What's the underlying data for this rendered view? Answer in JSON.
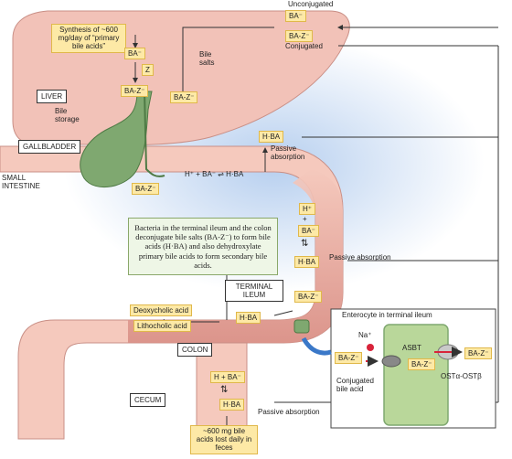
{
  "top": {
    "unconjugated": "Unconjugated",
    "ba_minus": "BA⁻",
    "ba_z_minus": "BA-Z⁻",
    "conjugated": "Conjugated"
  },
  "liver": {
    "synthesis": "Synthesis of ~600 mg/day of “primary bile acids”",
    "ba_minus": "BA⁻",
    "z": "Z",
    "ba_z_left": "BA-Z⁻",
    "ba_z_right": "BA-Z⁻",
    "bile_salts": "Bile salts",
    "label": "LIVER",
    "bile_storage": "Bile storage",
    "gallbladder": "GALLBLADDER"
  },
  "passive_top": {
    "hba": "H·BA",
    "label": "Passive absorption"
  },
  "small_intestine": {
    "label": "SMALL INTESTINE",
    "equation": "H⁺ + BA⁻ ⇌ H·BA",
    "ba_z": "BA-Z⁻"
  },
  "bacteria_note": "Bacteria in the terminal ileum and the colon deconjugate bile salts (BA-Z⁻) to form bile acids (H·BA) and also dehydroxylate primary bile acids to form secondary bile acids.",
  "ileum_column": {
    "h_plus": "H⁺",
    "plus": "+",
    "ba_minus": "BA⁻",
    "hba": "H·BA",
    "ba_z": "BA-Z⁻"
  },
  "passive_mid": "Passive absorption",
  "terminal_ileum": "TERMINAL ILEUM",
  "secondary": {
    "deoxycholic": "Deoxycholic acid",
    "lithocholic": "Lithocholic acid",
    "hba": "H·BA"
  },
  "colon": "COLON",
  "cecum": "CECUM",
  "colon_column": {
    "equation": "H + BA⁻",
    "hba": "H·BA"
  },
  "passive_bottom": "Passive absorption",
  "feces": "~600 mg bile acids lost daily in feces",
  "enterocyte": {
    "title": "Enterocyte in terminal ileum",
    "na": "Na⁺",
    "asbt": "ASBT",
    "ba_z_left": "BA-Z⁻",
    "ba_z_mid": "BA-Z⁻",
    "ba_z_right": "BA-Z⁻",
    "conjugated": "Conjugated bile acid",
    "ost": "OSTα-OSTβ"
  },
  "colors": {
    "liver": "#f2c2b8",
    "intestine": "#f5c9bd",
    "intestine_dark": "#d98f86",
    "gallbladder": "#7fa870",
    "label_box": "#fde9a6",
    "note": "#eef6e6",
    "cell": "#b9d79a"
  }
}
